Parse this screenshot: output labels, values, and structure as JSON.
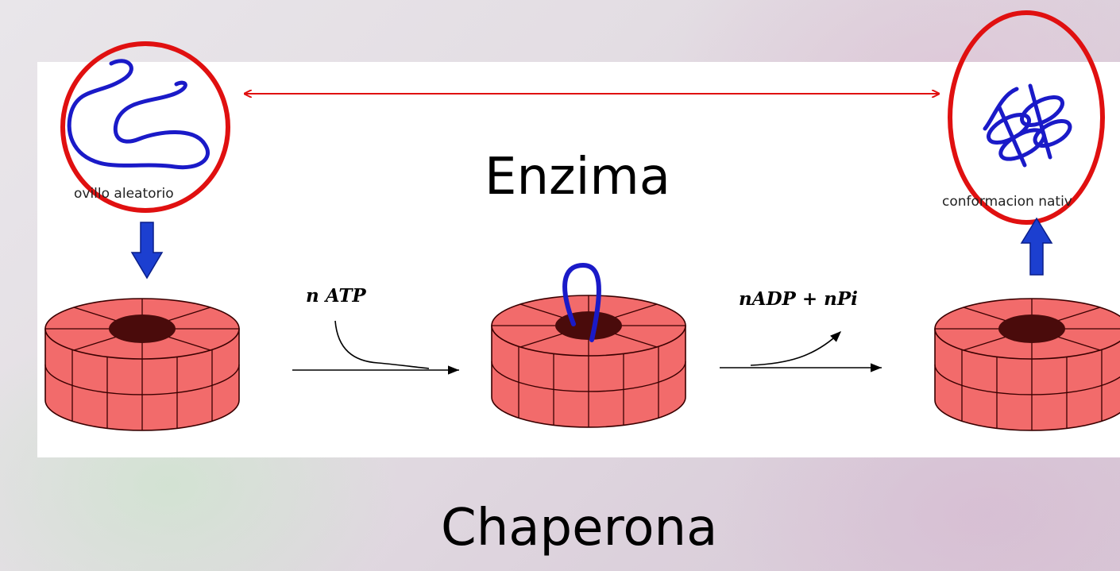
{
  "labels": {
    "top_center": "Enzima",
    "bottom_center": "Chaperona",
    "random_coil": "ovillo aleatorio",
    "native_conformation": "conformacion nativ",
    "reaction_in": "n ATP",
    "reaction_out": "nADP + nPi"
  },
  "colors": {
    "cylinder_fill": "#f26b6b",
    "cylinder_hole": "#4a0b0b",
    "protein_chain": "#1a1ac8",
    "highlight_circle": "#e01010",
    "vertical_arrow": "#1c3fd0"
  },
  "icons": {
    "random_coil": "protein-coil-icon",
    "native_fold": "folded-protein-icon",
    "chaperonin": "chaperonin-cylinder-icon"
  }
}
